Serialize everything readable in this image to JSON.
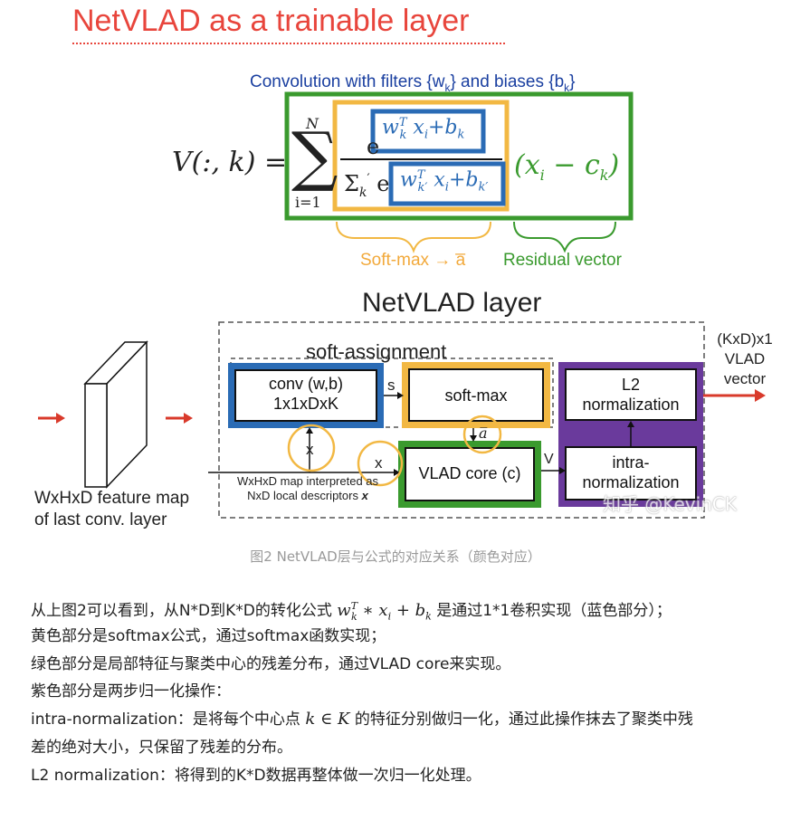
{
  "title": "NetVLAD as a trainable layer",
  "formula": {
    "conv_caption": "Convolution with filters {w",
    "conv_caption_k": "k",
    "conv_caption_mid": "} and biases {b",
    "conv_caption_end": "}",
    "lhs": "V(:, k) =",
    "sum_top": "N",
    "sum_bottom": "i=1",
    "numerator": "w",
    "numerator_exp": "e",
    "denominator_sum": "Σ",
    "residual": "(x",
    "residual_end": "− c",
    "softmax_label": "Soft-max → a̅",
    "residual_label": "Residual vector"
  },
  "diagram": {
    "layer_title": "NetVLAD layer",
    "soft_assignment": "soft-assignment",
    "conv_box_line1": "conv (w,b)",
    "conv_box_line2": "1x1xDxK",
    "softmax_box": "soft-max",
    "vlad_box": "VLAD core (c)",
    "l2_line1": "L2",
    "l2_line2": "normalization",
    "intra_line1": "intra-",
    "intra_line2": "normalization",
    "s_label": "s",
    "a_label": "a̅",
    "x_label_1": "x",
    "x_label_2": "x",
    "v_label": "V",
    "output_line1": "(KxD)x1",
    "output_line2": "VLAD",
    "output_line3": "vector",
    "map_note_line1": "WxHxD map interpreted as",
    "map_note_line2": "NxD local descriptors",
    "map_note_x": "x",
    "feature_line1": "WxHxD feature map",
    "feature_line2": "of last conv. layer",
    "watermark": "知乎 @KevinCK"
  },
  "caption": "图2 NetVLAD层与公式的对应关系（颜色对应）",
  "paragraphs": {
    "p1_before": "从上图2可以看到，从N*D到K*D的转化公式",
    "p1_after": "是通过1*1卷积实现（蓝色部分）；",
    "p2": "黄色部分是softmax公式，通过softmax函数实现；",
    "p3": "绿色部分是局部特征与聚类中心的残差分布，通过VLAD core来实现。",
    "p4": "紫色部分是两步归一化操作：",
    "p5_before": "intra-normalization：是将每个中心点",
    "p5_after": "的特征分别做归一化，通过此操作抹去了聚类中残",
    "p6": "差的绝对大小，只保留了残差的分布。",
    "p7": "L2 normalization：将得到的K*D数据再整体做一次归一化处理。"
  },
  "colors": {
    "title_red": "#e8453c",
    "blue": "#2a6bb5",
    "yellow": "#f2b843",
    "green": "#3a9a2e",
    "purple": "#6a3a9c",
    "caption_gray": "#999999"
  }
}
